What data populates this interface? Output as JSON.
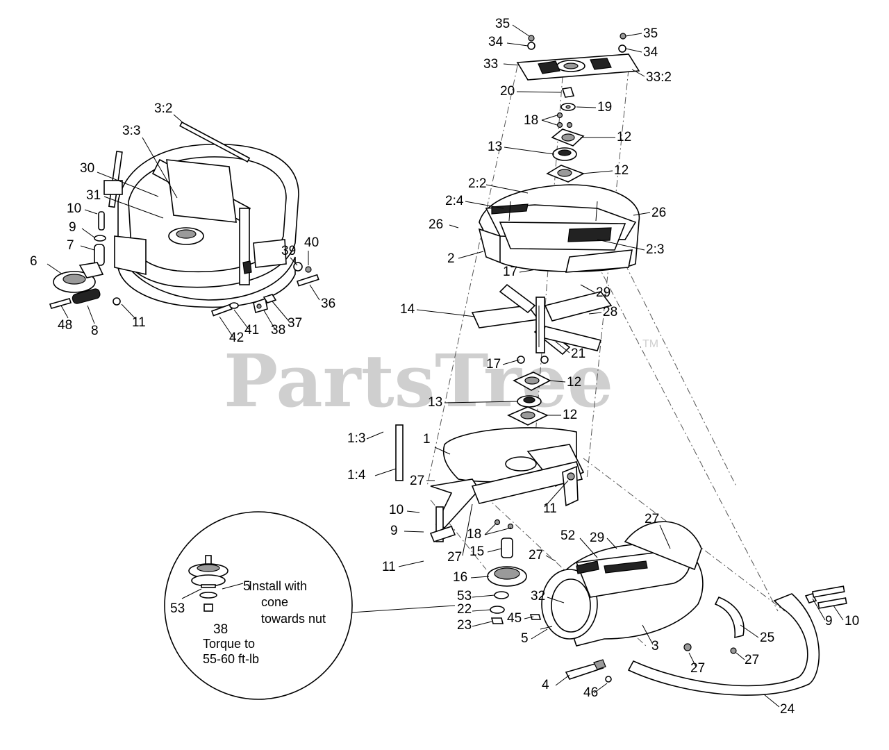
{
  "watermark": {
    "text": "PartsTree",
    "tm": "TM"
  },
  "inset_note": {
    "install": [
      "Install with",
      "cone",
      "towards nut"
    ],
    "torque": [
      "Torque to",
      "55-60 ft-lb"
    ],
    "labels": [
      {
        "id": "inset-5",
        "text": "5"
      },
      {
        "id": "inset-53",
        "text": "53"
      },
      {
        "id": "inset-38",
        "text": "38"
      }
    ]
  },
  "callouts": [
    {
      "id": "c35a",
      "text": "35"
    },
    {
      "id": "c34a",
      "text": "34"
    },
    {
      "id": "c35b",
      "text": "35"
    },
    {
      "id": "c34b",
      "text": "34"
    },
    {
      "id": "c33",
      "text": "33"
    },
    {
      "id": "c33-2",
      "text": "33:2"
    },
    {
      "id": "c20",
      "text": "20"
    },
    {
      "id": "c19",
      "text": "19"
    },
    {
      "id": "c18a",
      "text": "18"
    },
    {
      "id": "c12a",
      "text": "12"
    },
    {
      "id": "c13a",
      "text": "13"
    },
    {
      "id": "c12b",
      "text": "12"
    },
    {
      "id": "c2-2",
      "text": "2:2"
    },
    {
      "id": "c2-4",
      "text": "2:4"
    },
    {
      "id": "c26a",
      "text": "26"
    },
    {
      "id": "c26b",
      "text": "26"
    },
    {
      "id": "c2-3",
      "text": "2:3"
    },
    {
      "id": "c2",
      "text": "2"
    },
    {
      "id": "c17a",
      "text": "17"
    },
    {
      "id": "c29a",
      "text": "29"
    },
    {
      "id": "c14",
      "text": "14"
    },
    {
      "id": "c28",
      "text": "28"
    },
    {
      "id": "c21",
      "text": "21"
    },
    {
      "id": "c17b",
      "text": "17"
    },
    {
      "id": "c12c",
      "text": "12"
    },
    {
      "id": "c13b",
      "text": "13"
    },
    {
      "id": "c12d",
      "text": "12"
    },
    {
      "id": "c1-3",
      "text": "1:3"
    },
    {
      "id": "c1",
      "text": "1"
    },
    {
      "id": "c1-4",
      "text": "1:4"
    },
    {
      "id": "c27a",
      "text": "27"
    },
    {
      "id": "c11a",
      "text": "11"
    },
    {
      "id": "c10a",
      "text": "10"
    },
    {
      "id": "c9a",
      "text": "9"
    },
    {
      "id": "c18b",
      "text": "18"
    },
    {
      "id": "c27b",
      "text": "27"
    },
    {
      "id": "c15",
      "text": "15"
    },
    {
      "id": "c11b",
      "text": "11"
    },
    {
      "id": "c52",
      "text": "52"
    },
    {
      "id": "c29b",
      "text": "29"
    },
    {
      "id": "c27c",
      "text": "27"
    },
    {
      "id": "c27d",
      "text": "27"
    },
    {
      "id": "c16",
      "text": "16"
    },
    {
      "id": "c53",
      "text": "53"
    },
    {
      "id": "c22",
      "text": "22"
    },
    {
      "id": "c23",
      "text": "23"
    },
    {
      "id": "c32",
      "text": "32"
    },
    {
      "id": "c45",
      "text": "45"
    },
    {
      "id": "c5",
      "text": "5"
    },
    {
      "id": "c3",
      "text": "3"
    },
    {
      "id": "c4",
      "text": "4"
    },
    {
      "id": "c46",
      "text": "46"
    },
    {
      "id": "c27e",
      "text": "27"
    },
    {
      "id": "c25",
      "text": "25"
    },
    {
      "id": "c27f",
      "text": "27"
    },
    {
      "id": "c24",
      "text": "24"
    },
    {
      "id": "c9b",
      "text": "9"
    },
    {
      "id": "c10b",
      "text": "10"
    },
    {
      "id": "c3-2",
      "text": "3:2"
    },
    {
      "id": "c3-3",
      "text": "3:3"
    },
    {
      "id": "c30",
      "text": "30"
    },
    {
      "id": "c31",
      "text": "31"
    },
    {
      "id": "c10c",
      "text": "10"
    },
    {
      "id": "c9c",
      "text": "9"
    },
    {
      "id": "c7",
      "text": "7"
    },
    {
      "id": "c6",
      "text": "6"
    },
    {
      "id": "c39",
      "text": "39"
    },
    {
      "id": "c40",
      "text": "40"
    },
    {
      "id": "c36",
      "text": "36"
    },
    {
      "id": "c48",
      "text": "48"
    },
    {
      "id": "c8",
      "text": "8"
    },
    {
      "id": "c11c",
      "text": "11"
    },
    {
      "id": "c42",
      "text": "42"
    },
    {
      "id": "c41",
      "text": "41"
    },
    {
      "id": "c38",
      "text": "38"
    },
    {
      "id": "c37",
      "text": "37"
    }
  ]
}
